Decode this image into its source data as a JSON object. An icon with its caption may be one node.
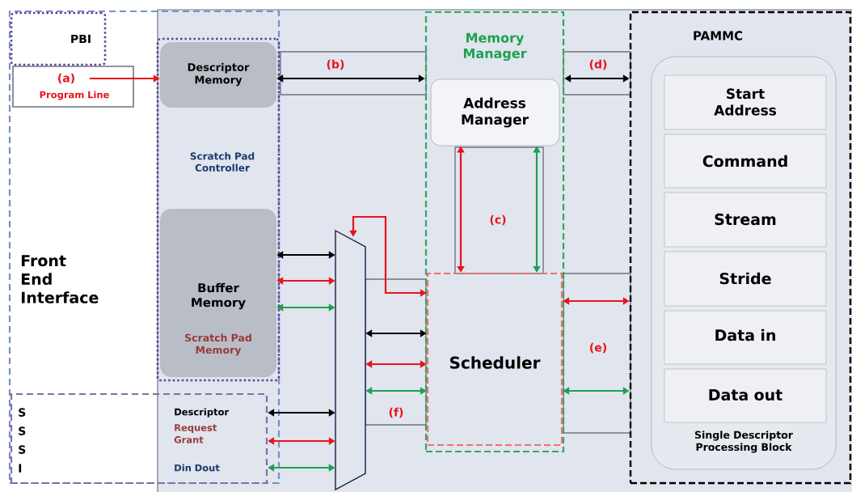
{
  "diagram": {
    "nodes": [
      {
        "text": [
          "Front End Interface"
        ]
      },
      {
        "text": [
          "PBI"
        ],
        "in": 0
      },
      {
        "text": [
          "Program Line"
        ],
        "in": 0
      },
      {
        "text": [
          "Scratch Pad Controller"
        ],
        "in": 0
      },
      {
        "text": [
          "Descriptor Memory"
        ],
        "in": 3
      },
      {
        "text": [
          "Buffer Memory",
          "Scratch Pad Memory"
        ],
        "in": 3
      },
      {
        "text": [
          "S S S I"
        ],
        "in": 0
      },
      {
        "text": [],
        "shape": "trapezoid"
      },
      {
        "text": [
          "Memory Manager"
        ]
      },
      {
        "text": [
          "Address Manager"
        ],
        "in": 8
      },
      {
        "text": [
          "Scheduler"
        ],
        "in": 8
      },
      {
        "text": [
          "PAMMC"
        ]
      },
      {
        "text": [
          "Single Descriptor Processing Block"
        ],
        "in": 11
      },
      {
        "text": [
          "Start Address"
        ],
        "in": 12
      },
      {
        "text": [
          "Command"
        ],
        "in": 12
      },
      {
        "text": [
          "Stream"
        ],
        "in": 12
      },
      {
        "text": [
          "Stride"
        ],
        "in": 12
      },
      {
        "text": [
          "Data in"
        ],
        "in": 12
      },
      {
        "text": [
          "Data out"
        ],
        "in": 12
      }
    ],
    "edges": [
      {
        "from": 2,
        "to": 4,
        "arrow": "to",
        "label": "(a)",
        "color": "#e8141c"
      },
      {
        "from": 4,
        "to": 8,
        "arrow": "both",
        "label": "(b)",
        "color": "#000000"
      },
      {
        "from": 8,
        "to": 11,
        "arrow": "both",
        "label": "(d)",
        "color": "#000000"
      },
      {
        "from": 9,
        "to": 10,
        "arrow": "both",
        "label": "(c)",
        "color": "#e8141c"
      },
      {
        "from": 9,
        "to": 10,
        "arrow": "both",
        "color": "#1ea050"
      },
      {
        "from": 10,
        "to": 11,
        "arrow": "both",
        "label": "(e)",
        "color": "#e8141c"
      },
      {
        "from": 10,
        "to": 11,
        "arrow": "both",
        "color": "#1ea050"
      },
      {
        "from": 5,
        "to": 7,
        "arrow": "both",
        "color": "#000000"
      },
      {
        "from": 5,
        "to": 7,
        "arrow": "both",
        "color": "#e8141c"
      },
      {
        "from": 5,
        "to": 7,
        "arrow": "both",
        "color": "#1ea050"
      },
      {
        "from": 6,
        "to": 7,
        "arrow": "both",
        "color": "#000000"
      },
      {
        "from": 6,
        "to": 7,
        "arrow": "both",
        "color": "#e8141c"
      },
      {
        "from": 6,
        "to": 7,
        "arrow": "both",
        "color": "#1ea050"
      },
      {
        "from": 7,
        "to": 10,
        "arrow": "both",
        "color": "#e8141c"
      },
      {
        "from": 7,
        "to": 10,
        "arrow": "both",
        "color": "#000000"
      },
      {
        "from": 7,
        "to": 10,
        "arrow": "both",
        "color": "#e8141c"
      },
      {
        "from": 7,
        "to": 10,
        "arrow": "both",
        "label": "(f)",
        "color": "#1ea050"
      }
    ],
    "labels": [
      "Descriptor",
      "Request Grant",
      "Din Dout"
    ]
  }
}
